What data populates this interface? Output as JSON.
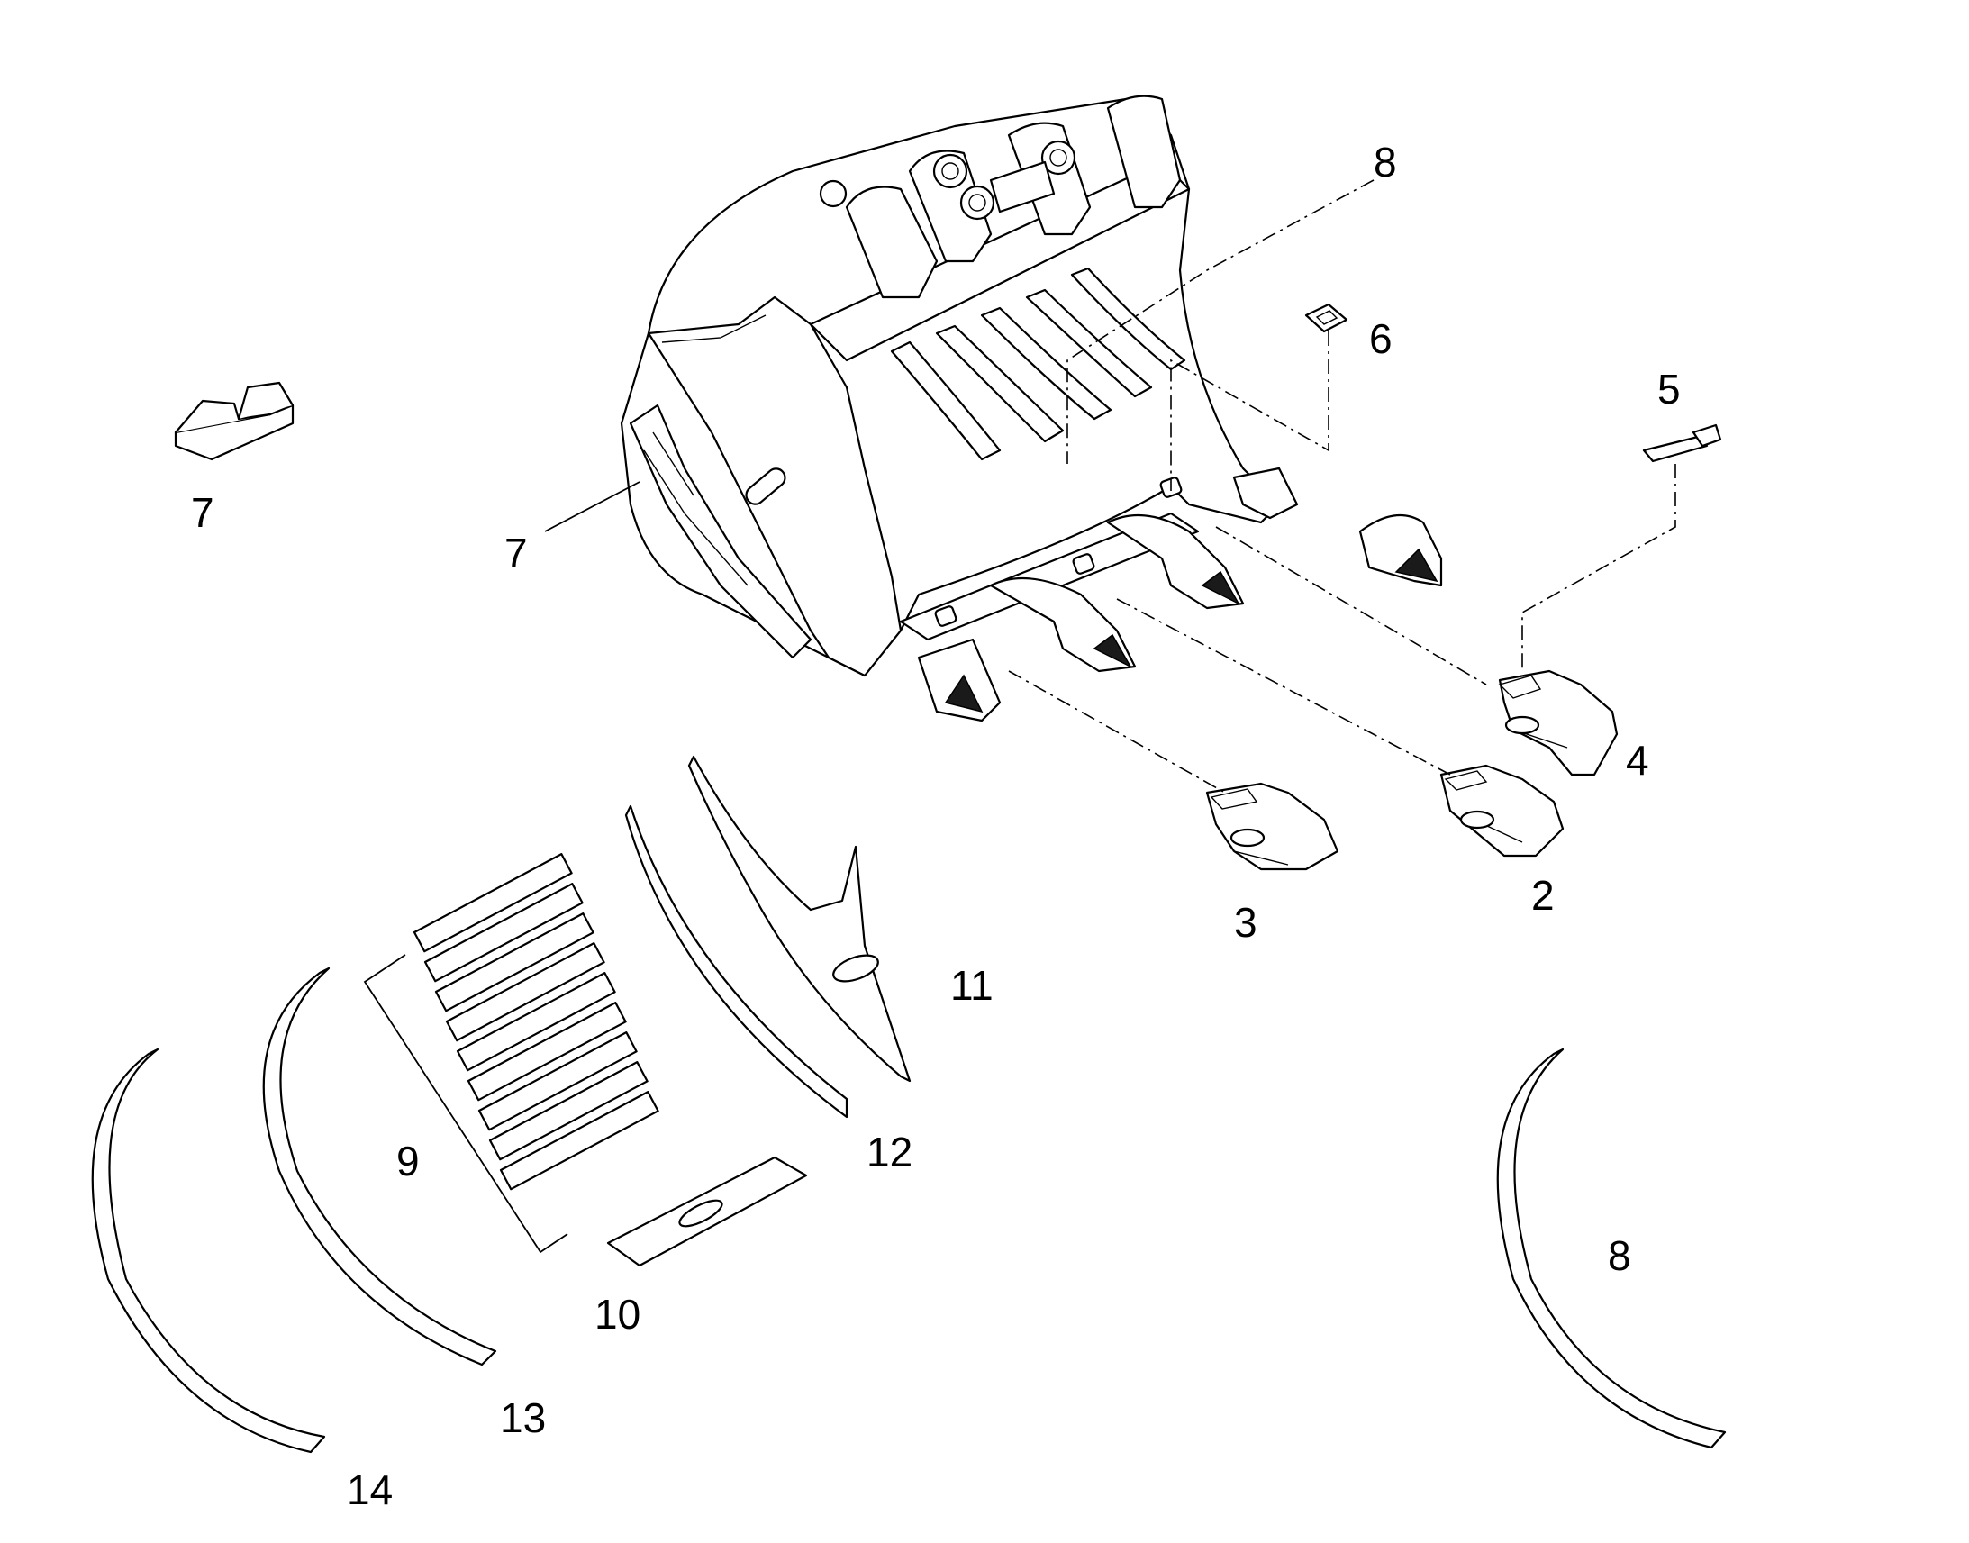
{
  "callouts": [
    {
      "id": "c8a",
      "text": "8"
    },
    {
      "id": "c6",
      "text": "6"
    },
    {
      "id": "c5",
      "text": "5"
    },
    {
      "id": "c7a",
      "text": "7"
    },
    {
      "id": "c7b",
      "text": "7"
    },
    {
      "id": "c4",
      "text": "4"
    },
    {
      "id": "c2",
      "text": "2"
    },
    {
      "id": "c3",
      "text": "3"
    },
    {
      "id": "c11",
      "text": "11"
    },
    {
      "id": "c12",
      "text": "12"
    },
    {
      "id": "c9",
      "text": "9"
    },
    {
      "id": "c10",
      "text": "10"
    },
    {
      "id": "c13",
      "text": "13"
    },
    {
      "id": "c14",
      "text": "14"
    },
    {
      "id": "c8b",
      "text": "8"
    }
  ]
}
